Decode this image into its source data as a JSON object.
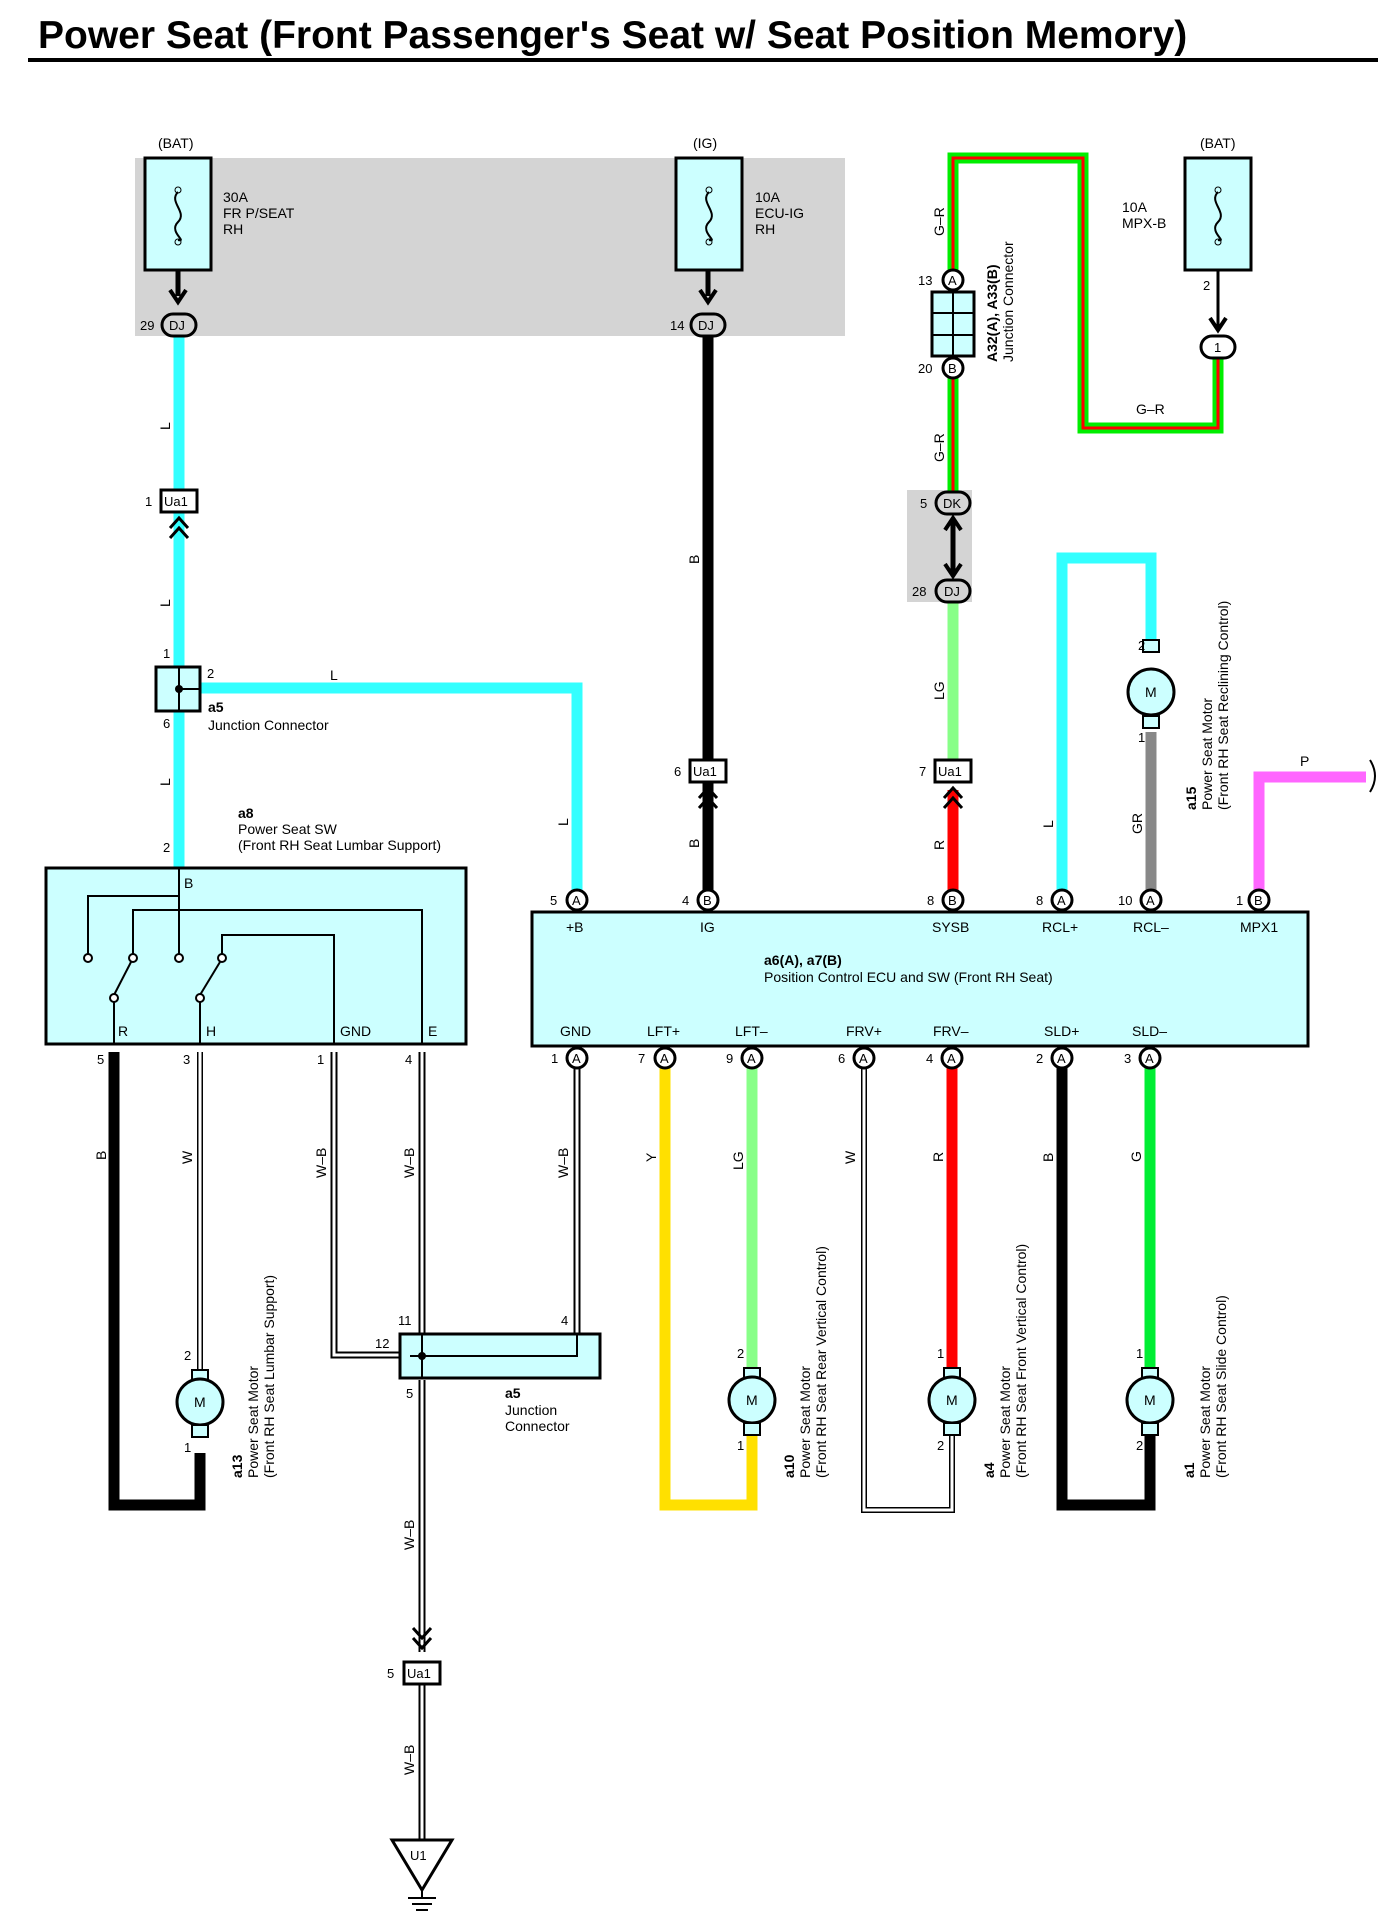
{
  "title": "Power Seat (Front Passenger's Seat w/ Seat Position Memory)",
  "colors": {
    "L": "#33ffff",
    "B": "#000000",
    "G_R_green": "#00ee00",
    "G_R_red": "#ff0000",
    "LG": "#88ff88",
    "R": "#ff0000",
    "GR": "#888888",
    "P": "#ff66ff",
    "Y": "#ffe000",
    "G": "#00ee33",
    "W_B": "#000000",
    "component_fill": "#ccffff",
    "shade": "#d4d4d4"
  },
  "fuses": {
    "f1": {
      "source": "(BAT)",
      "rating": "30A",
      "name1": "FR P/SEAT",
      "name2": "RH",
      "pin": "29",
      "conn": "DJ"
    },
    "f2": {
      "source": "(IG)",
      "rating": "10A",
      "name1": "ECU-IG",
      "name2": "RH",
      "pin": "14",
      "conn": "DJ"
    },
    "f3": {
      "source": "(BAT)",
      "rating": "10A",
      "name1": "MPX-B",
      "pin": "2",
      "conn": "1"
    }
  },
  "junction_a32": {
    "pinA": "13",
    "connA": "A",
    "pinB": "20",
    "connB": "B",
    "label1": "A32(A), A33(B)",
    "label2": "Junction Connector"
  },
  "conn_dk": {
    "pin": "5",
    "conn": "DK"
  },
  "conn_dj2": {
    "pin": "28",
    "conn": "DJ"
  },
  "ua1": {
    "id": "Ua1",
    "p1": "1",
    "p6": "6",
    "p7": "7",
    "p5": "5"
  },
  "a5_top": {
    "id": "a5",
    "name": "Junction Connector",
    "p1": "1",
    "p2": "2",
    "p6": "6"
  },
  "a5_bot": {
    "id": "a5",
    "name1": "Junction",
    "name2": "Connector",
    "p11": "11",
    "p12": "12",
    "p4": "4",
    "p5": "5"
  },
  "a8": {
    "id": "a8",
    "name1": "Power Seat SW",
    "name2": "(Front RH Seat Lumbar Support)",
    "top_pin": "2",
    "top_term": "B",
    "terms": [
      "R",
      "H",
      "GND",
      "E"
    ],
    "pins": [
      "5",
      "3",
      "1",
      "4"
    ]
  },
  "ecu": {
    "id": "a6(A), a7(B)",
    "name": "Position Control ECU and SW (Front RH Seat)",
    "top_terms": [
      "+B",
      "IG",
      "SYSB",
      "RCL+",
      "RCL–",
      "MPX1"
    ],
    "top_pins": [
      "5",
      "4",
      "8",
      "8",
      "10",
      "1"
    ],
    "top_conns": [
      "A",
      "B",
      "B",
      "A",
      "A",
      "B"
    ],
    "bot_terms": [
      "GND",
      "LFT+",
      "LFT–",
      "FRV+",
      "FRV–",
      "SLD+",
      "SLD–"
    ],
    "bot_pins": [
      "1",
      "7",
      "9",
      "6",
      "4",
      "2",
      "3"
    ],
    "bot_conns": [
      "A",
      "A",
      "A",
      "A",
      "A",
      "A",
      "A"
    ]
  },
  "motors": {
    "a15": {
      "id": "a15",
      "name1": "Power Seat Motor",
      "name2": "(Front RH Seat Reclining Control)",
      "p_top": "2",
      "p_bot": "1"
    },
    "a13": {
      "id": "a13",
      "name1": "Power Seat Motor",
      "name2": "(Front RH Seat Lumbar Support)",
      "p_top": "2",
      "p_bot": "1"
    },
    "a10": {
      "id": "a10",
      "name1": "Power Seat Motor",
      "name2": "(Front RH Seat Rear Vertical Control)",
      "p_top": "2",
      "p_bot": "1"
    },
    "a4": {
      "id": "a4",
      "name1": "Power Seat Motor",
      "name2": "(Front RH Seat Front Vertical Control)",
      "p_top": "1",
      "p_bot": "2"
    },
    "a1": {
      "id": "a1",
      "name1": "Power Seat Motor",
      "name2": "(Front RH Seat Slide Control)",
      "p_top": "1",
      "p_bot": "2"
    },
    "symbol": "M"
  },
  "ground": {
    "id": "U1"
  },
  "wire_labels": {
    "L": "L",
    "B": "B",
    "G_R": "G–R",
    "LG": "LG",
    "R": "R",
    "GR": "GR",
    "P": "P",
    "W": "W",
    "W_B": "W–B",
    "Y": "Y",
    "G": "G"
  }
}
